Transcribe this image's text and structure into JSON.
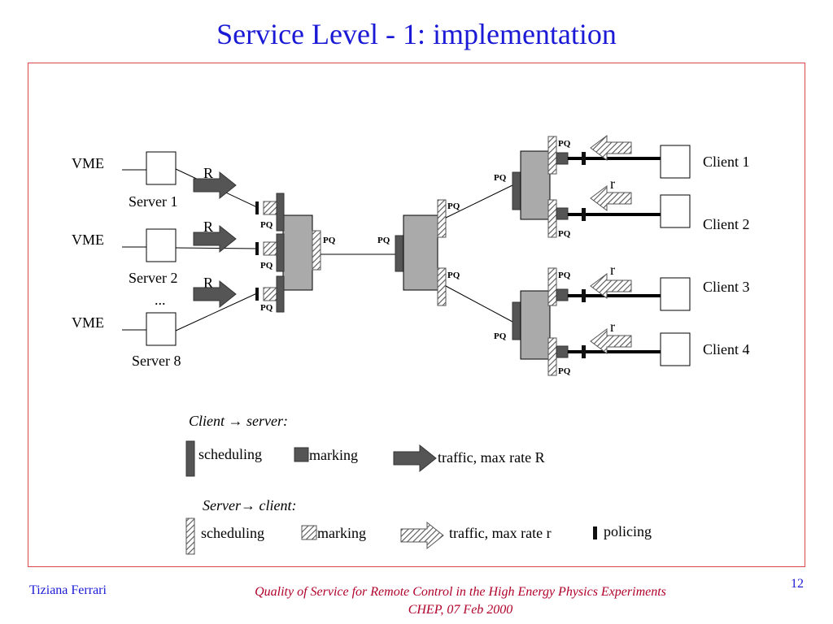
{
  "slide": {
    "title": "Service Level - 1: implementation",
    "footer_author": "Tiziana Ferrari",
    "footer_title": "Quality of Service for Remote Control in the High Energy Physics Experiments",
    "footer_event": "CHEP, 07 Feb 2000",
    "page_number": "12"
  },
  "diagram": {
    "servers": [
      {
        "label": "Server 1",
        "bus": "VME",
        "rate": "R"
      },
      {
        "label": "Server 2",
        "bus": "VME",
        "rate": "R"
      },
      {
        "label": "Server 8",
        "bus": "VME",
        "rate": "R"
      }
    ],
    "ellipsis": "...",
    "clients": [
      {
        "label": "Client 1",
        "rate": ""
      },
      {
        "label": "Client 2",
        "rate": "r"
      },
      {
        "label": "Client 3",
        "rate": "r"
      },
      {
        "label": "Client 4",
        "rate": "r"
      }
    ],
    "pq_label": "PQ"
  },
  "legend": {
    "client_to_server": {
      "heading": "Client → server:",
      "scheduling": "scheduling",
      "marking": "marking",
      "traffic": "traffic, max rate R"
    },
    "server_to_client": {
      "heading": "Server→ client:",
      "scheduling": "scheduling",
      "marking": "marking",
      "traffic": "traffic, max rate r",
      "policing": "policing"
    }
  },
  "colors": {
    "title": "#1a1ad6",
    "frame": "#d9474d",
    "footer_center": "#b0002a",
    "router_fill": "#aaaaaa",
    "dark_block": "#555555"
  }
}
